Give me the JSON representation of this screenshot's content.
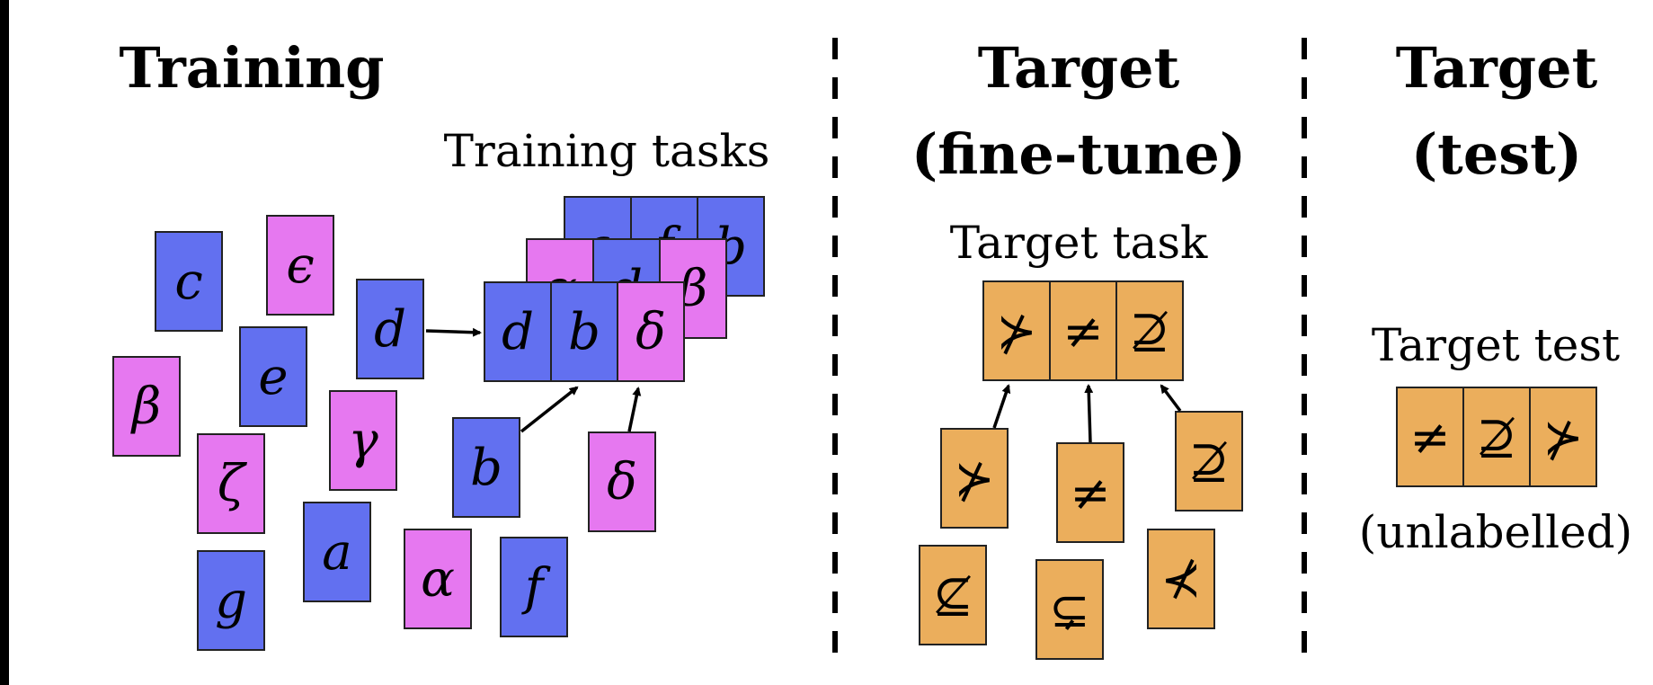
{
  "sections": {
    "training": {
      "title": "Training",
      "tasks_label": "Training tasks"
    },
    "target_finetune": {
      "title_line1": "Target",
      "title_line2": "(fine-tune)",
      "task_label": "Target task"
    },
    "target_test": {
      "title_line1": "Target",
      "title_line2": "(test)",
      "test_label": "Target test",
      "unlabelled": "(unlabelled)"
    }
  },
  "training_cards": [
    "c",
    "ϵ",
    "d",
    "β",
    "e",
    "γ",
    "ζ",
    "b",
    "δ",
    "a",
    "α",
    "f",
    "g"
  ],
  "training_stack": {
    "back": [
      "a",
      "f",
      "b"
    ],
    "middle": [
      "α",
      "d",
      "β"
    ],
    "front": [
      "d",
      "b",
      "δ"
    ]
  },
  "target_task": [
    "⊁",
    "≠",
    "⊉"
  ],
  "target_cards": [
    "⊁",
    "≠",
    "⊉",
    "⊈",
    "⊊",
    "⊀"
  ],
  "target_test": [
    "≠",
    "⊉",
    "⊁"
  ],
  "colors": {
    "blue": "#6270F0",
    "pink": "#E678F0",
    "orange": "#EBAE5C"
  }
}
